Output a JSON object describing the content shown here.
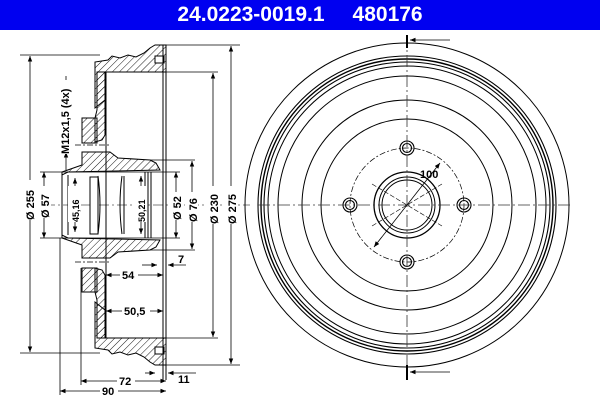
{
  "header": {
    "part_number": "24.0223-0019.1",
    "ref_number": "480176",
    "background_color": "#0000f0",
    "text_color": "#ffffff"
  },
  "side_view": {
    "dimensions": {
      "d255": "Ø 255",
      "d57": "Ø 57",
      "thread": "M12x1,5 (4x)",
      "d45_16": "45,16",
      "d50_21": "50,21",
      "d52": "Ø 52",
      "d76": "Ø 76",
      "d230": "Ø 230",
      "d275": "Ø 275",
      "len54": "54",
      "len7": "7",
      "len50_5": "50,5",
      "len72": "72",
      "len90": "90",
      "len11": "11"
    }
  },
  "front_view": {
    "bolt_circle_label": "100",
    "bolt_holes": 4
  }
}
